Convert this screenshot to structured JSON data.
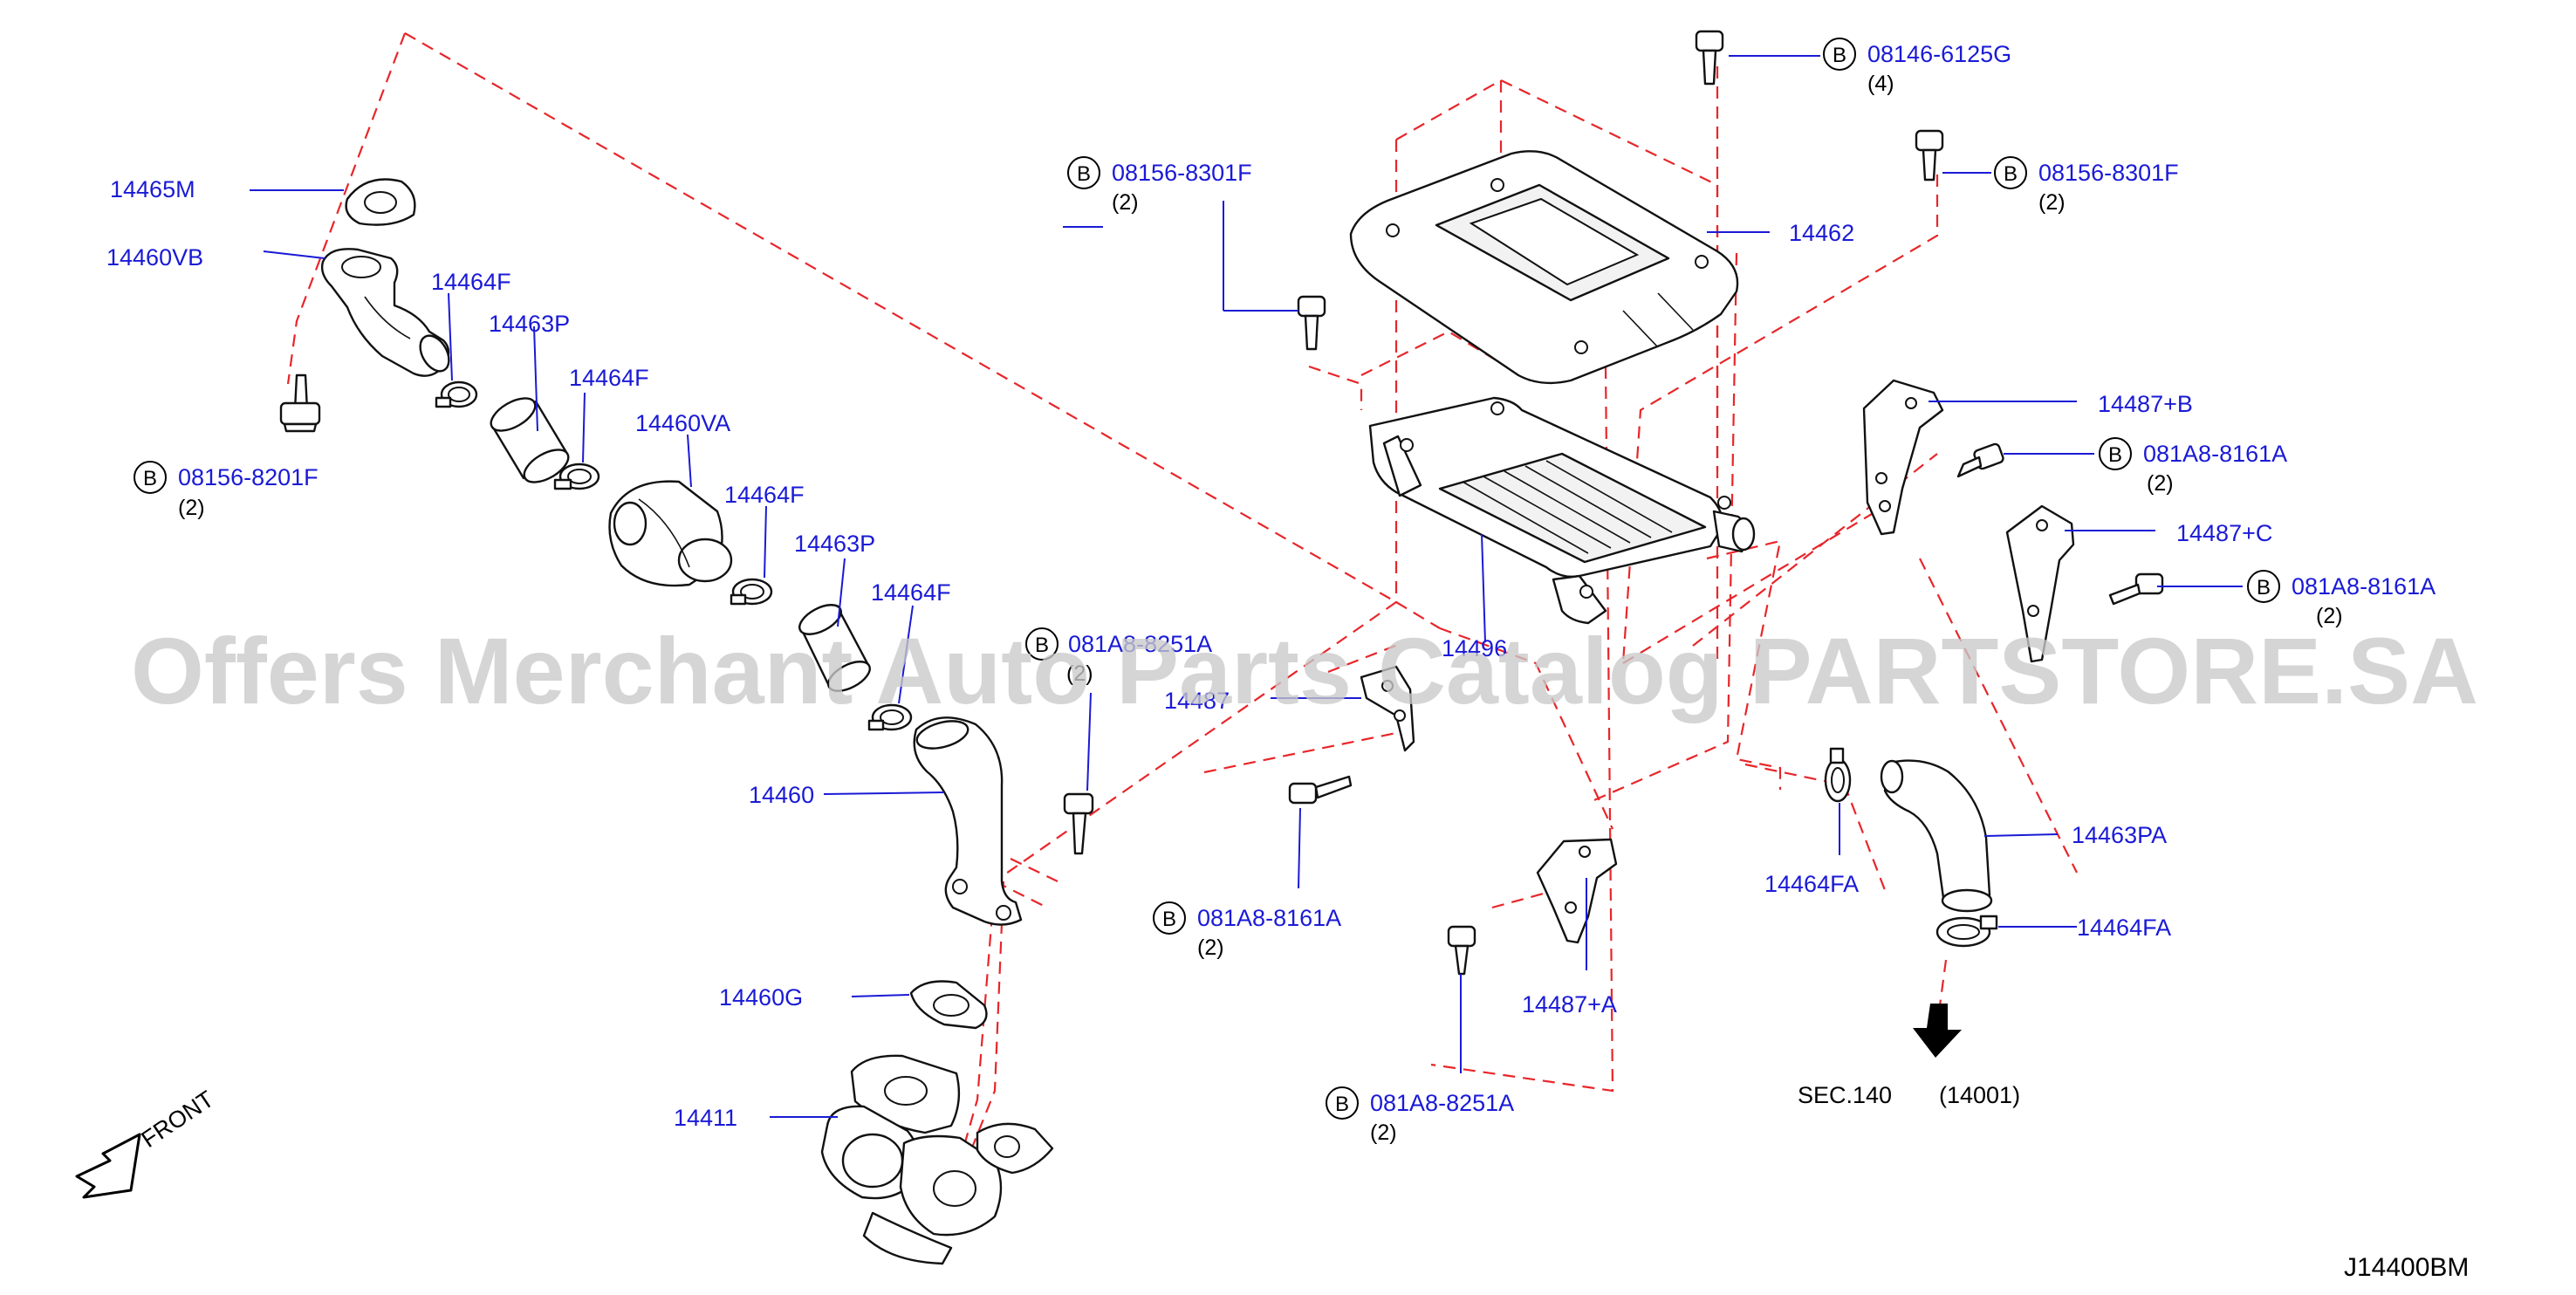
{
  "diagram_code": "J14400BM",
  "front_label": "FRONT",
  "watermark": "Offers Merchant Auto Parts Catalog PARTSTORE.SA",
  "bolt_marker": "B",
  "parts": [
    {
      "id": "p1",
      "label": "14465M"
    },
    {
      "id": "p2",
      "label": "14460VB"
    },
    {
      "id": "p3",
      "label": "14464F"
    },
    {
      "id": "p4",
      "label": "14463P"
    },
    {
      "id": "p5",
      "label": "14464F"
    },
    {
      "id": "p6",
      "label": "14460VA"
    },
    {
      "id": "p7",
      "label": "14464F"
    },
    {
      "id": "p8",
      "label": "14463P"
    },
    {
      "id": "p9",
      "label": "14464F"
    },
    {
      "id": "p10",
      "label": "14460"
    },
    {
      "id": "p11",
      "label": "14460G"
    },
    {
      "id": "p12",
      "label": "14411"
    },
    {
      "id": "p13",
      "label": "14462"
    },
    {
      "id": "p14",
      "label": "14496"
    },
    {
      "id": "p15",
      "label": "14487"
    },
    {
      "id": "p16",
      "label": "14487+B"
    },
    {
      "id": "p17",
      "label": "14487+C"
    },
    {
      "id": "p18",
      "label": "14487+A"
    },
    {
      "id": "p19",
      "label": "14464FA"
    },
    {
      "id": "p20",
      "label": "14463PA"
    },
    {
      "id": "p21",
      "label": "14464FA"
    }
  ],
  "bolts": [
    {
      "id": "b1",
      "label": "08156-8201F",
      "qty": "(2)"
    },
    {
      "id": "b2",
      "label": "08156-8301F",
      "qty": "(2)"
    },
    {
      "id": "b3",
      "label": "08146-6125G",
      "qty": "(4)"
    },
    {
      "id": "b4",
      "label": "08156-8301F",
      "qty": "(2)"
    },
    {
      "id": "b5",
      "label": "081A8-8161A",
      "qty": "(2)"
    },
    {
      "id": "b6",
      "label": "081A8-8161A",
      "qty": "(2)"
    },
    {
      "id": "b7",
      "label": "081A8-8251A",
      "qty": "(2)"
    },
    {
      "id": "b8",
      "label": "081A8-8161A",
      "qty": "(2)"
    },
    {
      "id": "b9",
      "label": "081A8-8251A",
      "qty": "(2)"
    }
  ],
  "section_ref": {
    "label": "SEC.140",
    "code": "(14001)"
  }
}
